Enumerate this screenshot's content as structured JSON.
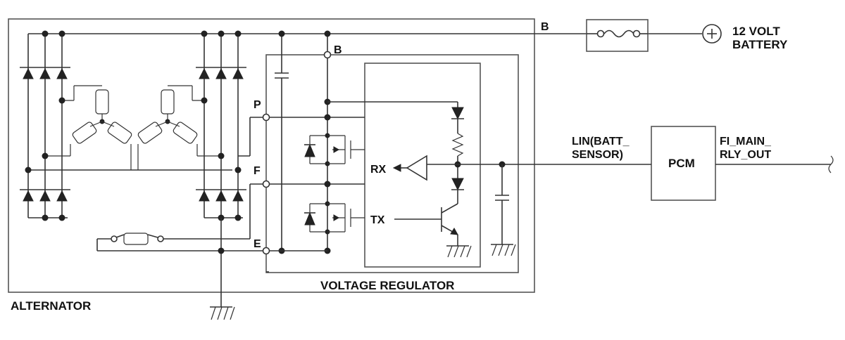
{
  "labels": {
    "alternator": "ALTERNATOR",
    "voltage_regulator": "VOLTAGE REGULATOR",
    "battery_line1": "12 VOLT",
    "battery_line2": "BATTERY",
    "pcm": "PCM",
    "lin_line1": "LIN(BATT_",
    "lin_line2": "SENSOR)",
    "fi_line1": "FI_MAIN_",
    "fi_line2": "RLY_OUT",
    "terminal_b_outer": "B",
    "terminal_b_inner": "B",
    "terminal_p": "P",
    "terminal_f": "F",
    "terminal_e": "E",
    "rx": "RX",
    "tx": "TX",
    "battery_symbol": "+"
  }
}
